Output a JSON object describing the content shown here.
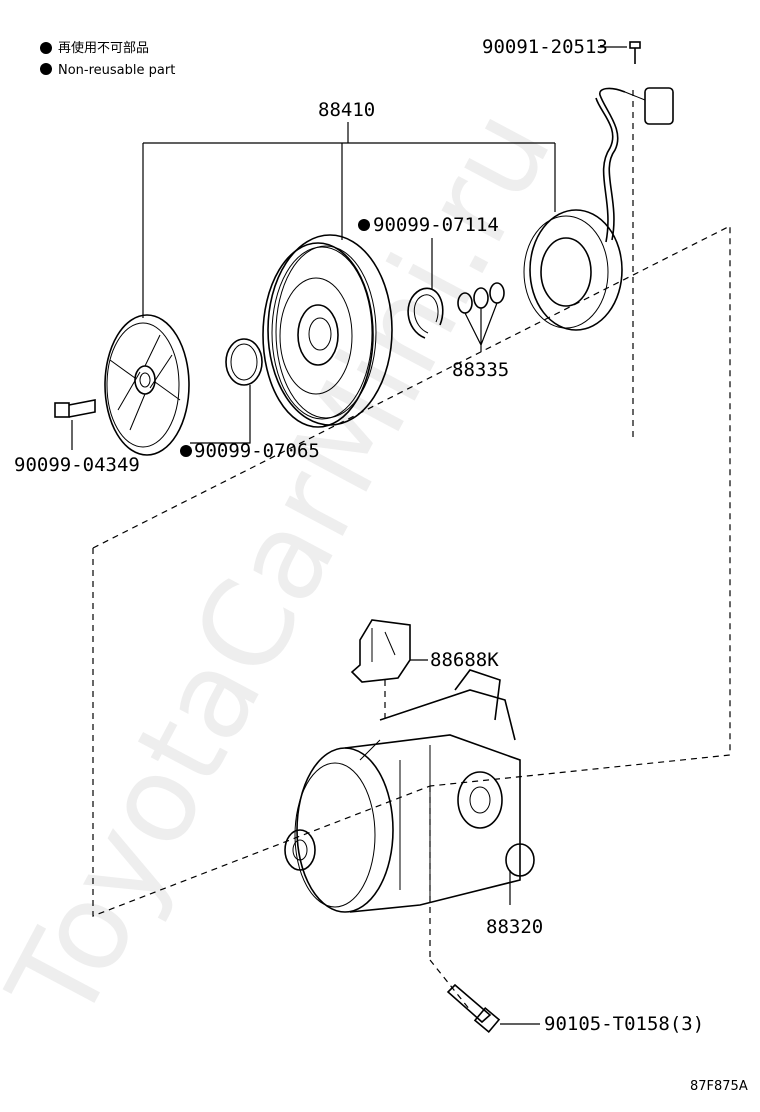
{
  "legend": {
    "jp": "再使用不可部品",
    "en": "Non-reusable part"
  },
  "parts": {
    "p1": "90091-20513",
    "p2": "88410",
    "p3": "90099-07114",
    "p4": "88335",
    "p5": "90099-04349",
    "p6": "90099-07065",
    "p7": "88688K",
    "p8": "88320",
    "p9": "90105-T0158(3)"
  },
  "figure_code": "87F875A",
  "watermark": "ToyotaCarMini.ru"
}
